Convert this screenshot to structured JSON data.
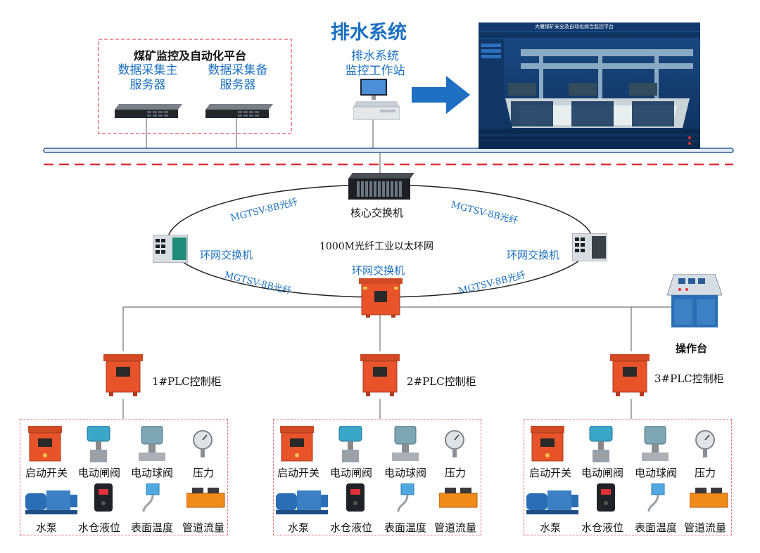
{
  "title": "排水系统",
  "platform": {
    "heading": "煤矿监控及自动化平台",
    "primary_server": [
      "数据采集主",
      "服务器"
    ],
    "backup_server": [
      "数据采集备",
      "服务器"
    ]
  },
  "workstation": [
    "排水系统",
    "监控工作站"
  ],
  "screen": {
    "app_title": "大雁煤矿安全及自动化综合监控平台"
  },
  "network": {
    "core_switch": "核心交换机",
    "ring_label": "1000M光纤工业以太环网",
    "left_switch": "环网交换机",
    "right_switch": "环网交换机",
    "center_switch": "环网交换机",
    "link_tl": "MGTSV-8B光纤",
    "link_tr": "MGTSV-8B光纤",
    "link_bl": "MGTSV-8B光纤",
    "link_br": "MGTSV-8B光纤"
  },
  "console": "操作台",
  "plc": [
    "1#PLC控制柜",
    "2#PLC控制柜",
    "3#PLC控制柜"
  ],
  "devices_row1": [
    "启动开关",
    "电动闸阀",
    "电动球阀",
    "压力"
  ],
  "devices_row2": [
    "水泵",
    "水仓液位",
    "表面温度",
    "管道流量"
  ],
  "colors": {
    "accent_blue": "#1a6fc0",
    "dash_red": "#e0303a",
    "cabinet_orange": "#e8532a"
  }
}
